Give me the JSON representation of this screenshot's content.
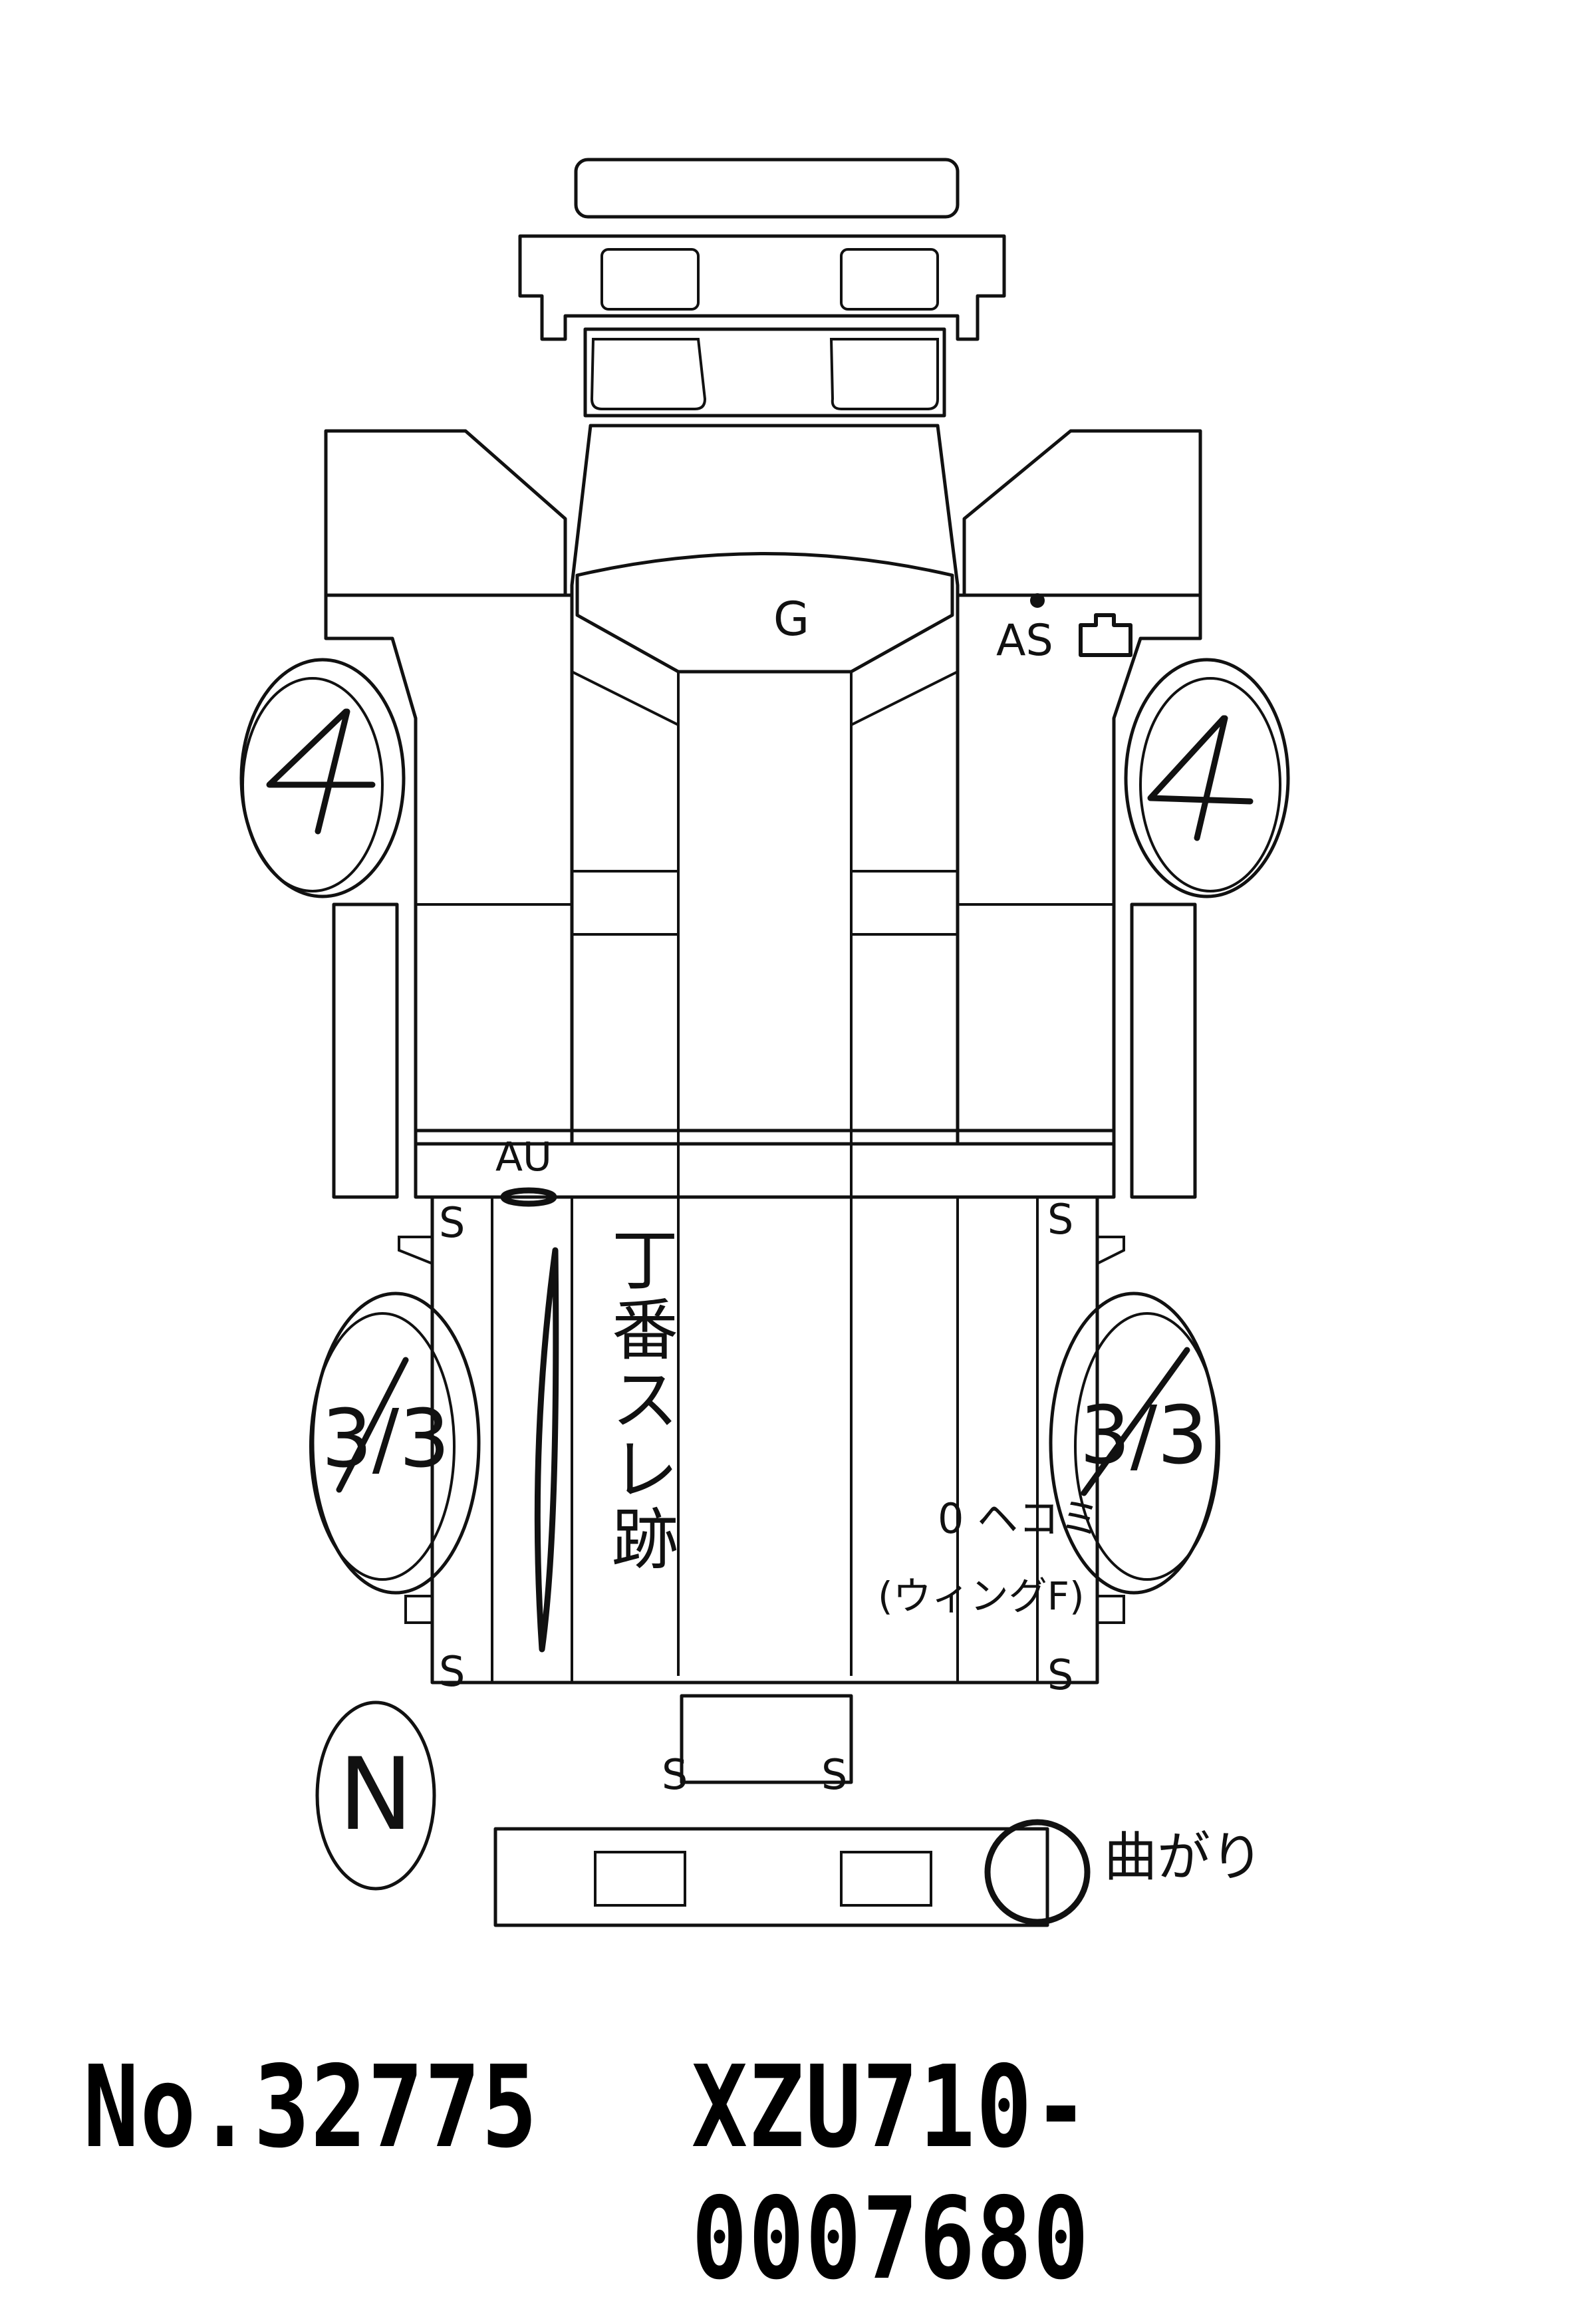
{
  "marks": {
    "front_center": "G",
    "right_front": "AS",
    "left_front_tire": "4",
    "right_front_tire": "4",
    "left_step": "AU",
    "bed_corner_s1": "S",
    "bed_corner_s2": "S",
    "bed_corner_s3": "S",
    "bed_corner_s4": "S",
    "rear_s_left": "S",
    "rear_s_right": "S",
    "left_rear_tire": "3/3",
    "right_rear_tire": "3/3",
    "spare_tire": "N",
    "left_bed_note": "丁番スレ跡",
    "right_bed_note_1": "0 ヘコミ",
    "right_bed_note_2": "(ウィングF)",
    "rear_bumper_note": "曲がり"
  },
  "footer": {
    "number": "No.32775",
    "chassis": "XZU710-0007680"
  }
}
